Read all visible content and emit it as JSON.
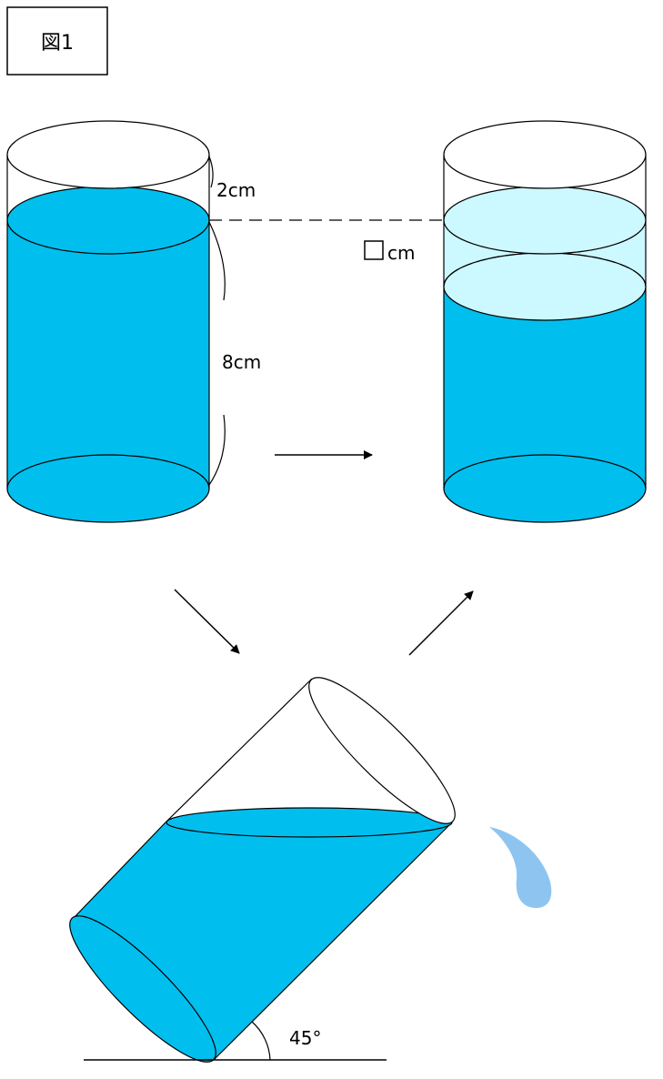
{
  "figure_label": "図1",
  "labels": {
    "gap_top": "2cm",
    "water_height": "8cm",
    "unknown_unit": "cm",
    "angle": "45°"
  },
  "colors": {
    "water": "#00bfee",
    "water_light": "#ccf8ff",
    "drop": "#8ec5f0",
    "stroke": "#000000"
  }
}
